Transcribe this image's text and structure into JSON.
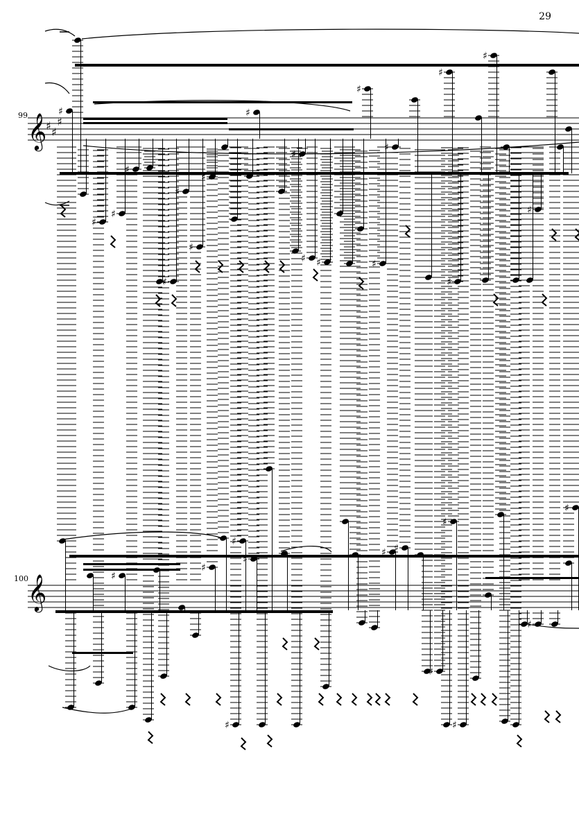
{
  "page": {
    "number": "29"
  },
  "systems": [
    {
      "measure_number": "99",
      "clef": "treble-clef-icon",
      "key_signature": [
        "F#",
        "C#",
        "G#"
      ]
    },
    {
      "measure_number": "100",
      "clef": "treble-clef-icon",
      "key_signature": []
    }
  ],
  "colors": {
    "ink": "#000000",
    "paper": "#ffffff"
  }
}
